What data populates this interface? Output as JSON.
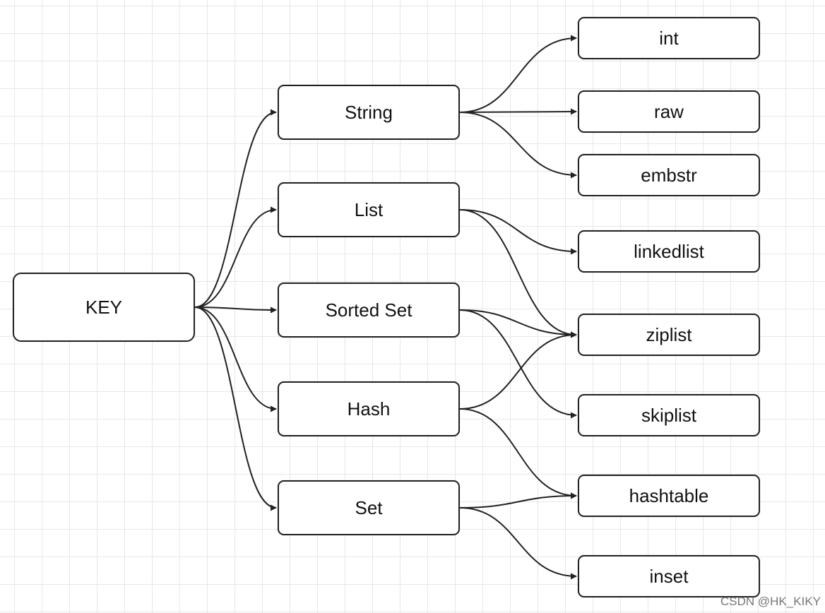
{
  "diagram": {
    "root": {
      "label": "KEY"
    },
    "types": {
      "string": "String",
      "list": "List",
      "sorted_set": "Sorted Set",
      "hash": "Hash",
      "set": "Set"
    },
    "encodings": {
      "int": "int",
      "raw": "raw",
      "embstr": "embstr",
      "linkedlist": "linkedlist",
      "ziplist": "ziplist",
      "skiplist": "skiplist",
      "hashtable": "hashtable",
      "inset": "inset"
    },
    "edges": [
      [
        "KEY",
        "String"
      ],
      [
        "KEY",
        "List"
      ],
      [
        "KEY",
        "Sorted Set"
      ],
      [
        "KEY",
        "Hash"
      ],
      [
        "KEY",
        "Set"
      ],
      [
        "String",
        "int"
      ],
      [
        "String",
        "raw"
      ],
      [
        "String",
        "embstr"
      ],
      [
        "List",
        "linkedlist"
      ],
      [
        "List",
        "ziplist"
      ],
      [
        "Sorted Set",
        "ziplist"
      ],
      [
        "Sorted Set",
        "skiplist"
      ],
      [
        "Hash",
        "ziplist"
      ],
      [
        "Hash",
        "hashtable"
      ],
      [
        "Set",
        "hashtable"
      ],
      [
        "Set",
        "inset"
      ]
    ]
  },
  "watermark": "CSDN @HK_KIKY",
  "colors": {
    "stroke": "#222222",
    "grid": "#e7e7e7",
    "background": "#ffffff"
  }
}
